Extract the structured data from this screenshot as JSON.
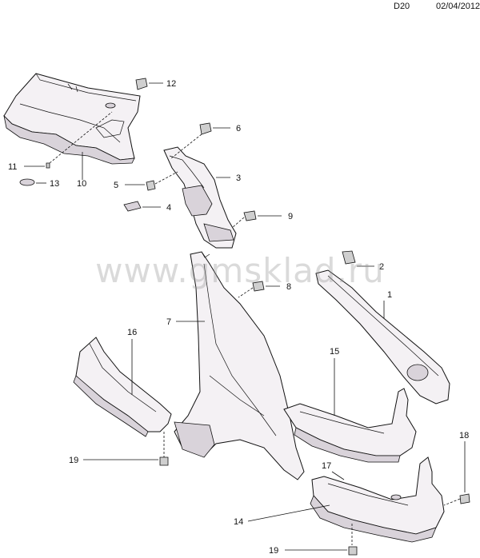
{
  "header": {
    "code": "D20",
    "date": "02/04/2012"
  },
  "watermark": "www.gmsklad.ru",
  "callouts": {
    "c1": "1",
    "c2": "2",
    "c3": "3",
    "c4": "4",
    "c5": "5",
    "c6": "6",
    "c7": "7",
    "c8": "8",
    "c9": "9",
    "c10": "10",
    "c11": "11",
    "c12": "12",
    "c13": "13",
    "c14": "14",
    "c15": "15",
    "c16": "16",
    "c17": "17",
    "c18": "18",
    "c19a": "19",
    "c19b": "19"
  }
}
